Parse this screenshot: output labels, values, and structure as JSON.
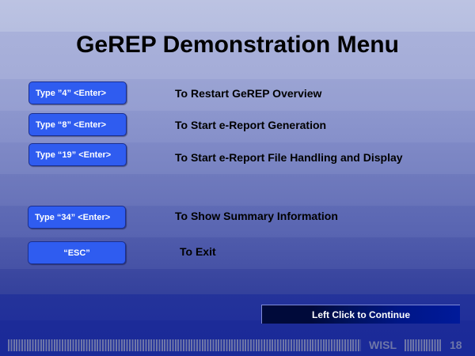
{
  "title": "GeREP Demonstration Menu",
  "menu": [
    {
      "button": "Type  ”4”  <Enter>",
      "description": "To Restart GeREP Overview"
    },
    {
      "button": "Type  “8” <Enter>",
      "description": "To Start e-Report Generation"
    },
    {
      "button": "Type “19” <Enter>",
      "description": "To Start e-Report File Handling and Display"
    },
    {
      "button": "Type “34” <Enter>",
      "description": "To Show Summary Information"
    },
    {
      "button": "“ESC”",
      "description": "To Exit"
    }
  ],
  "continue_label": "Left Click to Continue",
  "footer": {
    "org": "WISL",
    "page": "18"
  }
}
